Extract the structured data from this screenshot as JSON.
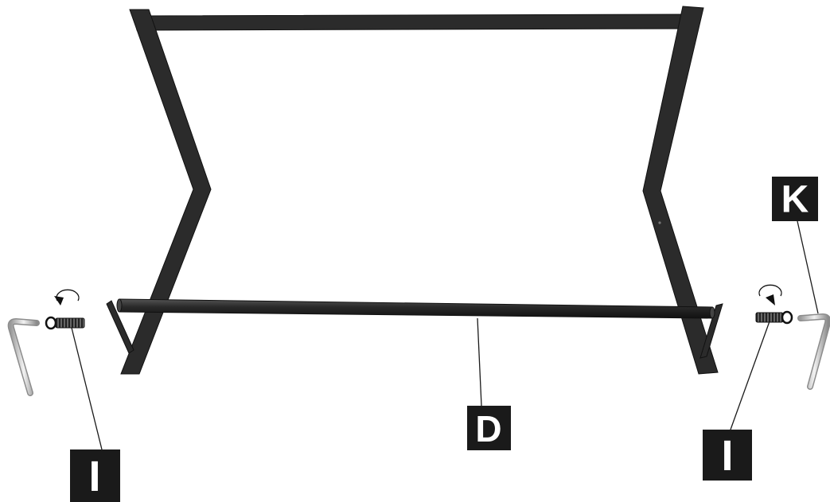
{
  "labels": {
    "rod": "D",
    "screw_left": "I",
    "screw_right": "I",
    "hex_key": "K"
  },
  "colors": {
    "frame": "#2b2b2b",
    "label_background": "#1a1a1a",
    "label_text": "#ffffff"
  },
  "icons": [
    "rotation-arrow-icon",
    "screw-icon",
    "hex-key-icon"
  ]
}
